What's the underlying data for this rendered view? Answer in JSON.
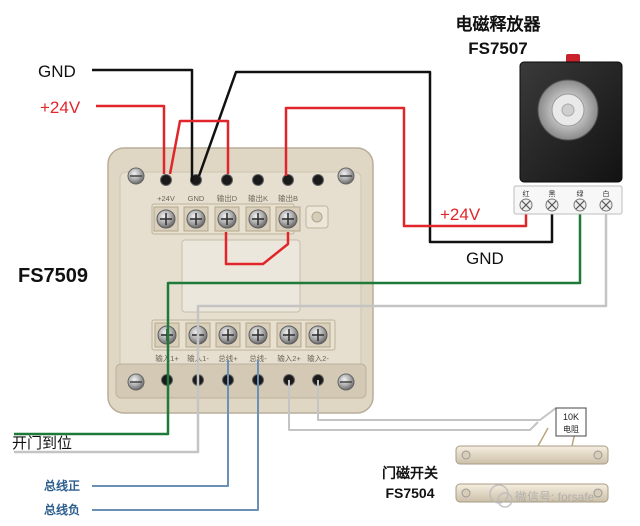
{
  "labels": {
    "gnd_top": "GND",
    "v24_top": "+24V",
    "fs7509": "FS7509",
    "release_name": "电磁释放器",
    "release_model": "FS7507",
    "v24_right": "+24V",
    "gnd_right": "GND",
    "door_in_place": "开门到位",
    "bus_pos": "总线正",
    "bus_neg": "总线负",
    "mag_switch_name": "门磁开关",
    "mag_switch_model": "FS7504",
    "resistor": "10K",
    "resistor_sub": "电阻",
    "watermark": "微信号: forsafe"
  },
  "module": {
    "top_terminals": [
      "+24V",
      "GND",
      "输出D",
      "输出K",
      "输出B"
    ],
    "bottom_terminals": [
      "输入1+",
      "输入1-",
      "总线+",
      "总线-",
      "输入2+",
      "输入2-"
    ]
  },
  "release_terminals": [
    "红",
    "黑",
    "绿",
    "白"
  ],
  "colors": {
    "red_wire": "#e0262b",
    "black_wire": "#111111",
    "green_wire": "#1f7a3a",
    "gray_wire": "#c4c4c4",
    "blue_wire": "#6a90b5",
    "label_red": "#e0262b",
    "label_blue": "#2e5e8e",
    "housing": "#dbd2c0"
  }
}
